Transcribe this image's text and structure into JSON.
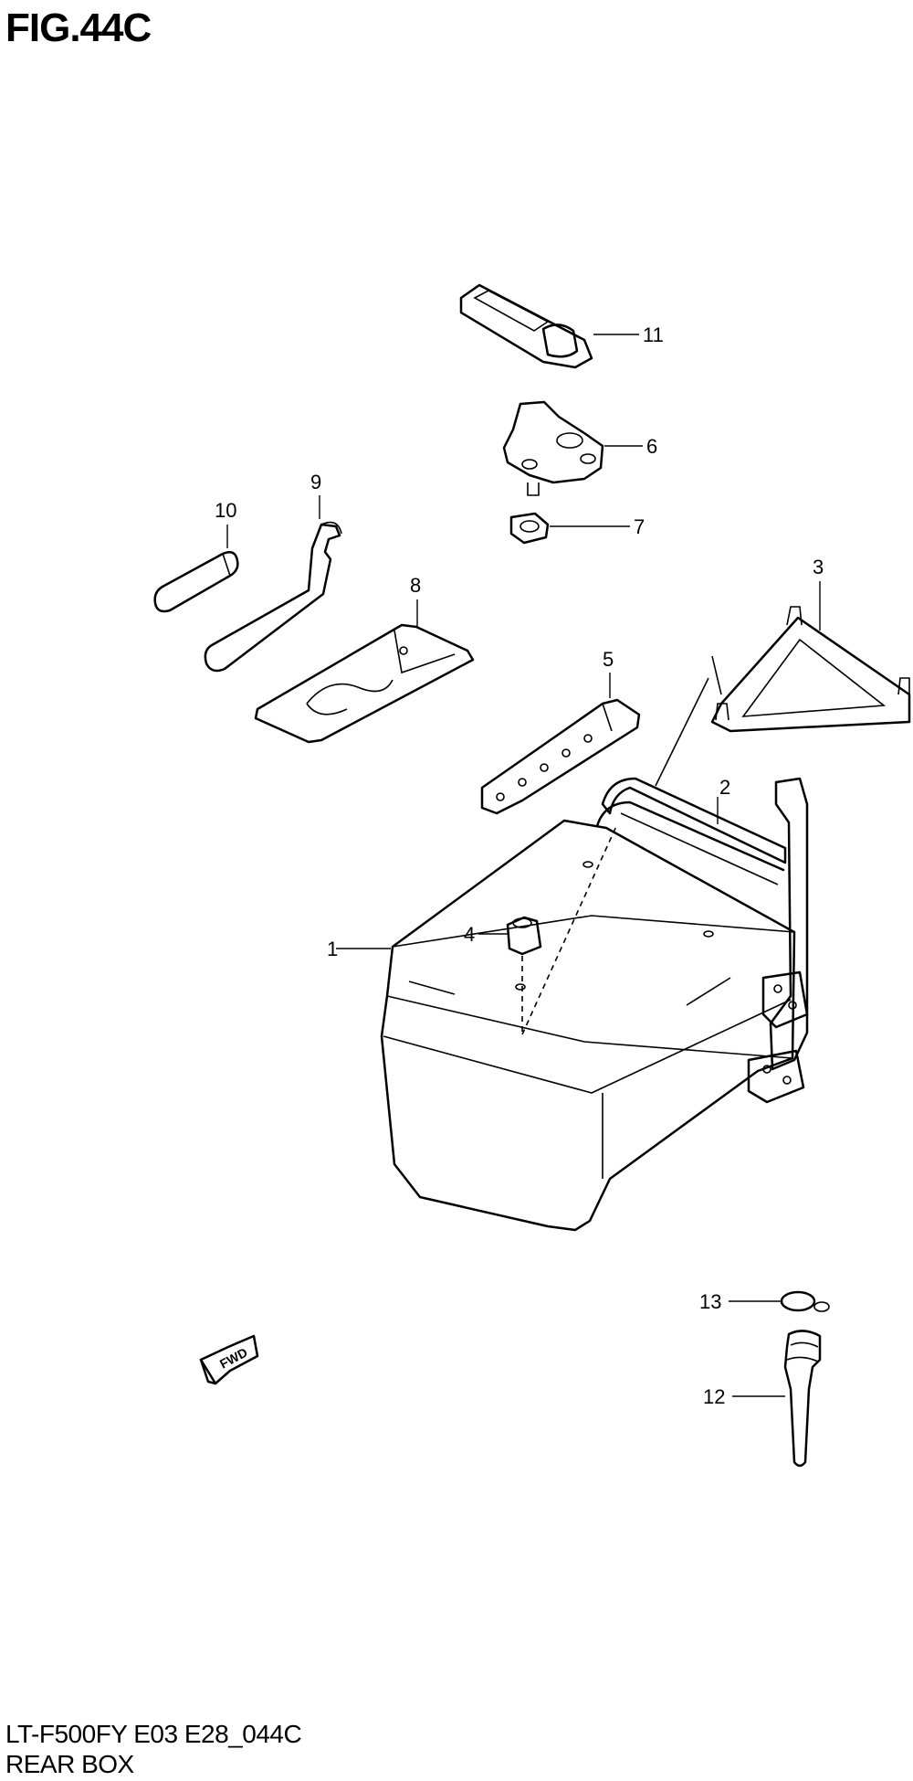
{
  "figure": {
    "title": "FIG.44C",
    "model_code": "LT-F500FY E03 E28_044C",
    "section_name": "REAR BOX"
  },
  "callouts": {
    "c1": "1",
    "c2": "2",
    "c3": "3",
    "c4": "4",
    "c5": "5",
    "c6": "6",
    "c7": "7",
    "c8": "8",
    "c9": "9",
    "c10": "10",
    "c11": "11",
    "c12": "12",
    "c13": "13"
  },
  "direction_marker": {
    "text": "FWD",
    "icon": "forward-arrow-icon"
  }
}
